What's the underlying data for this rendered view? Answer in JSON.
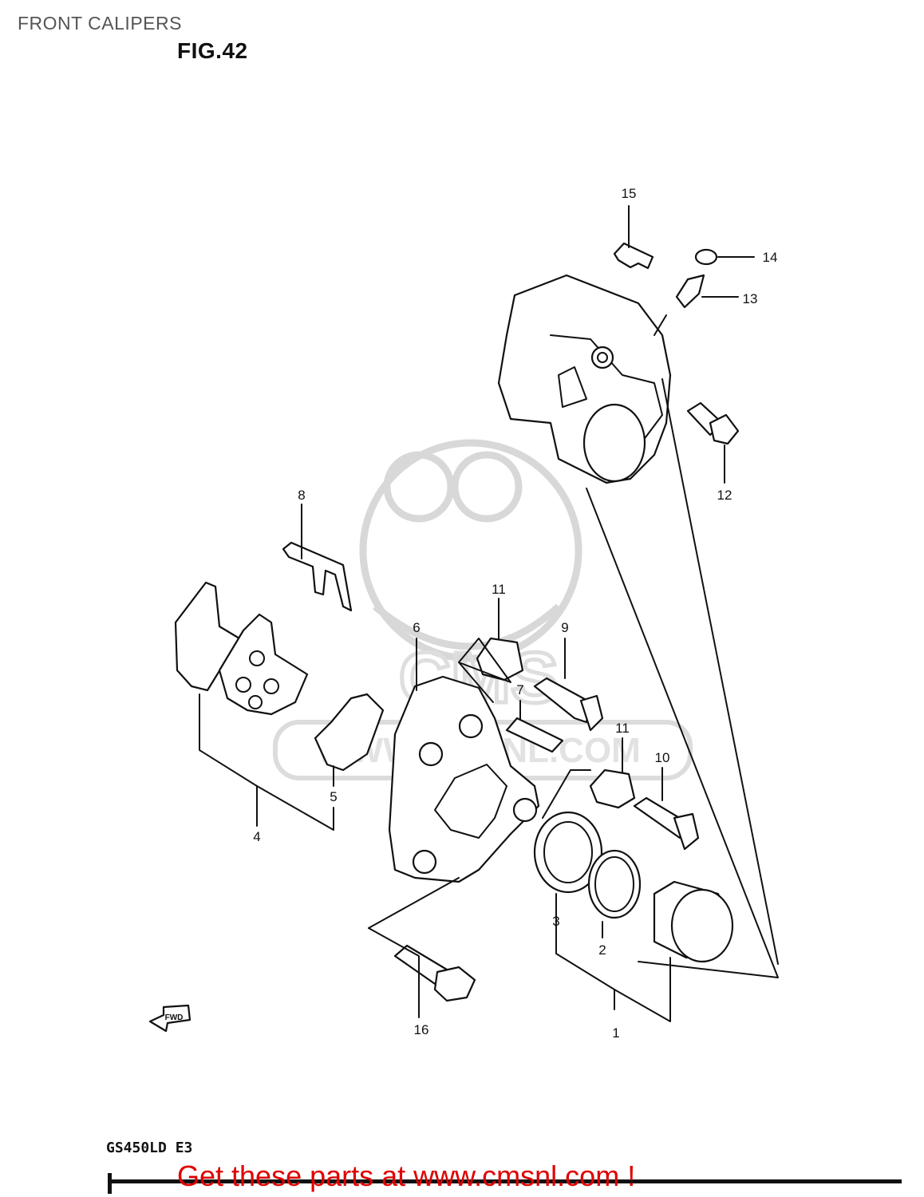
{
  "header": {
    "title": "FRONT CALIPERS"
  },
  "figure": {
    "label": "FIG.42"
  },
  "model": {
    "code": "GS450LD E3"
  },
  "watermark": {
    "text": "WWW.CMSNL.COM",
    "brand": "CMS"
  },
  "fwd_arrow": {
    "text": "FWD"
  },
  "promo": {
    "text": "Get these parts at www.cmsnl.com !"
  },
  "parts": [
    {
      "num": "1"
    },
    {
      "num": "2"
    },
    {
      "num": "3"
    },
    {
      "num": "4"
    },
    {
      "num": "5"
    },
    {
      "num": "6"
    },
    {
      "num": "7"
    },
    {
      "num": "8"
    },
    {
      "num": "9"
    },
    {
      "num": "10"
    },
    {
      "num": "11"
    },
    {
      "num": "11"
    },
    {
      "num": "12"
    },
    {
      "num": "13"
    },
    {
      "num": "14"
    },
    {
      "num": "15"
    },
    {
      "num": "16"
    }
  ],
  "colors": {
    "promo": "#e00000",
    "lines": "#111111",
    "watermark": "#d8d8d8",
    "header": "#555555"
  }
}
